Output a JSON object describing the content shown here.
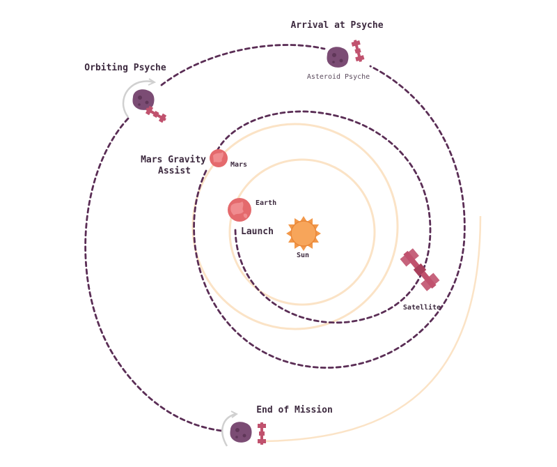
{
  "labels": {
    "arrival": "Arrival at Psyche",
    "asteroid": "Asteroid Psyche",
    "orbiting": "Orbiting Psyche",
    "mars_assist_1": "Mars Gravity",
    "mars_assist_2": "Assist",
    "mars": "Mars",
    "earth": "Earth",
    "launch": "Launch",
    "sun": "Sun",
    "satellite": "Satellite",
    "end": "End of Mission"
  },
  "colors": {
    "trajectory": "#5a2d55",
    "orbit": "#fbe3c6",
    "sun": "#f2984a",
    "planet": "#e46a6d",
    "asteroid": "#7b4c74",
    "spacecraft": "#c0526e"
  }
}
